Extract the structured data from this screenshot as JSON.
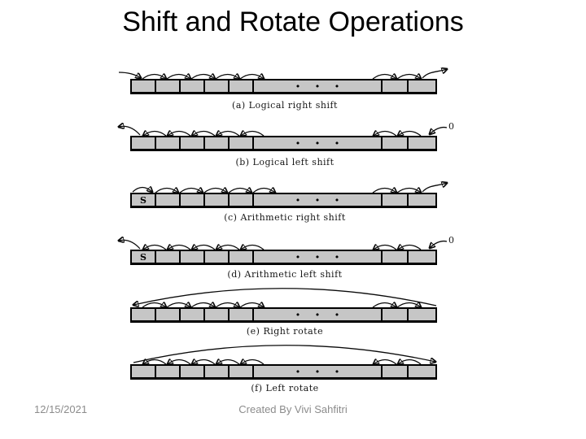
{
  "title": "Shift and Rotate Operations",
  "register": {
    "dots": "• • •"
  },
  "diagrams": [
    {
      "caption": "(a) Logical right shift"
    },
    {
      "caption": "(b) Logical left shift",
      "zero_in": "0"
    },
    {
      "caption": "(c) Arithmetic right shift",
      "sign": "S"
    },
    {
      "caption": "(d) Arithmetic left shift",
      "sign": "S",
      "zero_in": "0"
    },
    {
      "caption": "(e) Right rotate"
    },
    {
      "caption": "(f) Left rotate"
    }
  ],
  "footer": {
    "date": "12/15/2021",
    "credit": "Created By Vivi Sahfitri"
  },
  "colors": {
    "cell_fill": "#c6c6c6",
    "line": "#000000",
    "footer_text": "#8c8c8c"
  }
}
